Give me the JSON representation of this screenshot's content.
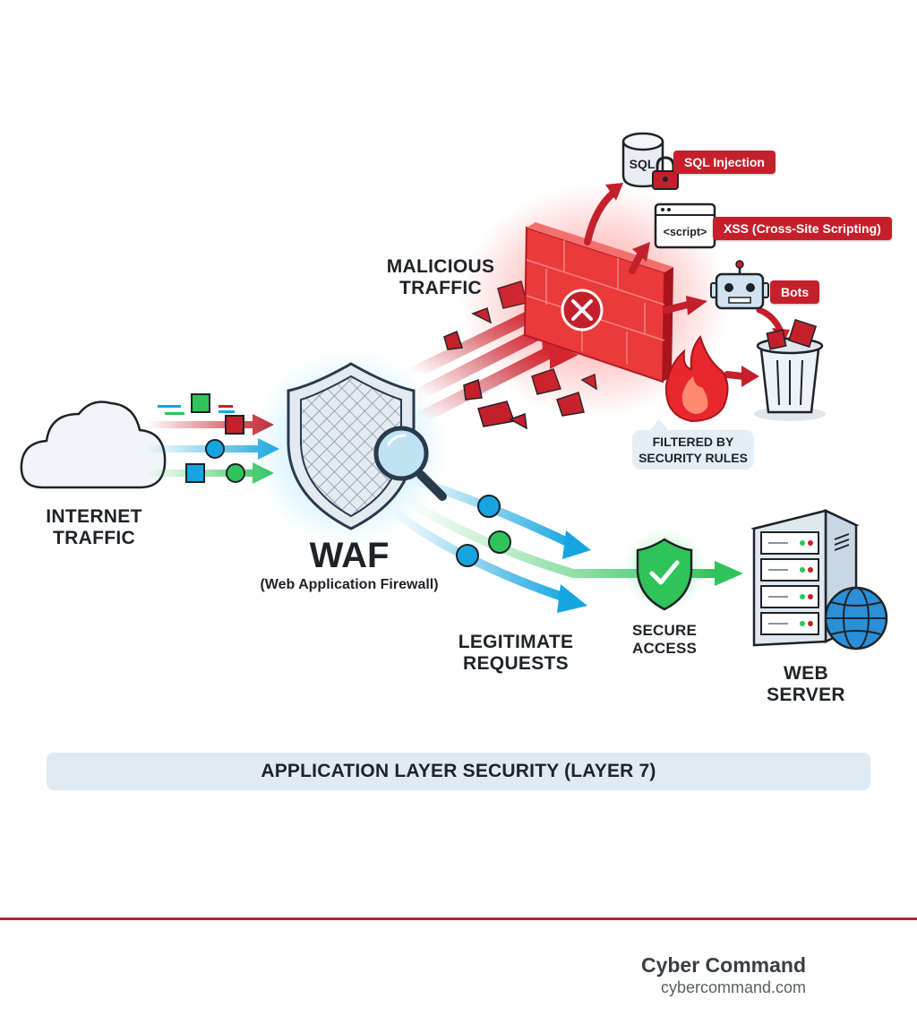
{
  "nodes": {
    "internet_traffic": "INTERNET\nTRAFFIC",
    "waf_title": "WAF",
    "waf_subtitle": "(Web Application Firewall)",
    "malicious_traffic": "MALICIOUS\nTRAFFIC",
    "legitimate_requests": "LEGITIMATE\nREQUESTS",
    "secure_access": "SECURE\nACCESS",
    "web_server": "WEB\nSERVER",
    "filtered_by": "FILTERED BY\nSECURITY RULES"
  },
  "threats": {
    "sql_icon_text": "SQL",
    "sql_label": "SQL Injection",
    "xss_icon_text": "<script>",
    "xss_label": "XSS (Cross-Site Scripting)",
    "bots_label": "Bots"
  },
  "banner": "APPLICATION LAYER SECURITY (LAYER 7)",
  "footer": {
    "brand": "Cyber Command",
    "url": "cybercommand.com"
  },
  "colors": {
    "malicious": "#c4202c",
    "legit_blue": "#16a5e0",
    "legit_green": "#2fc45a",
    "shield": "#2a3a4d"
  }
}
